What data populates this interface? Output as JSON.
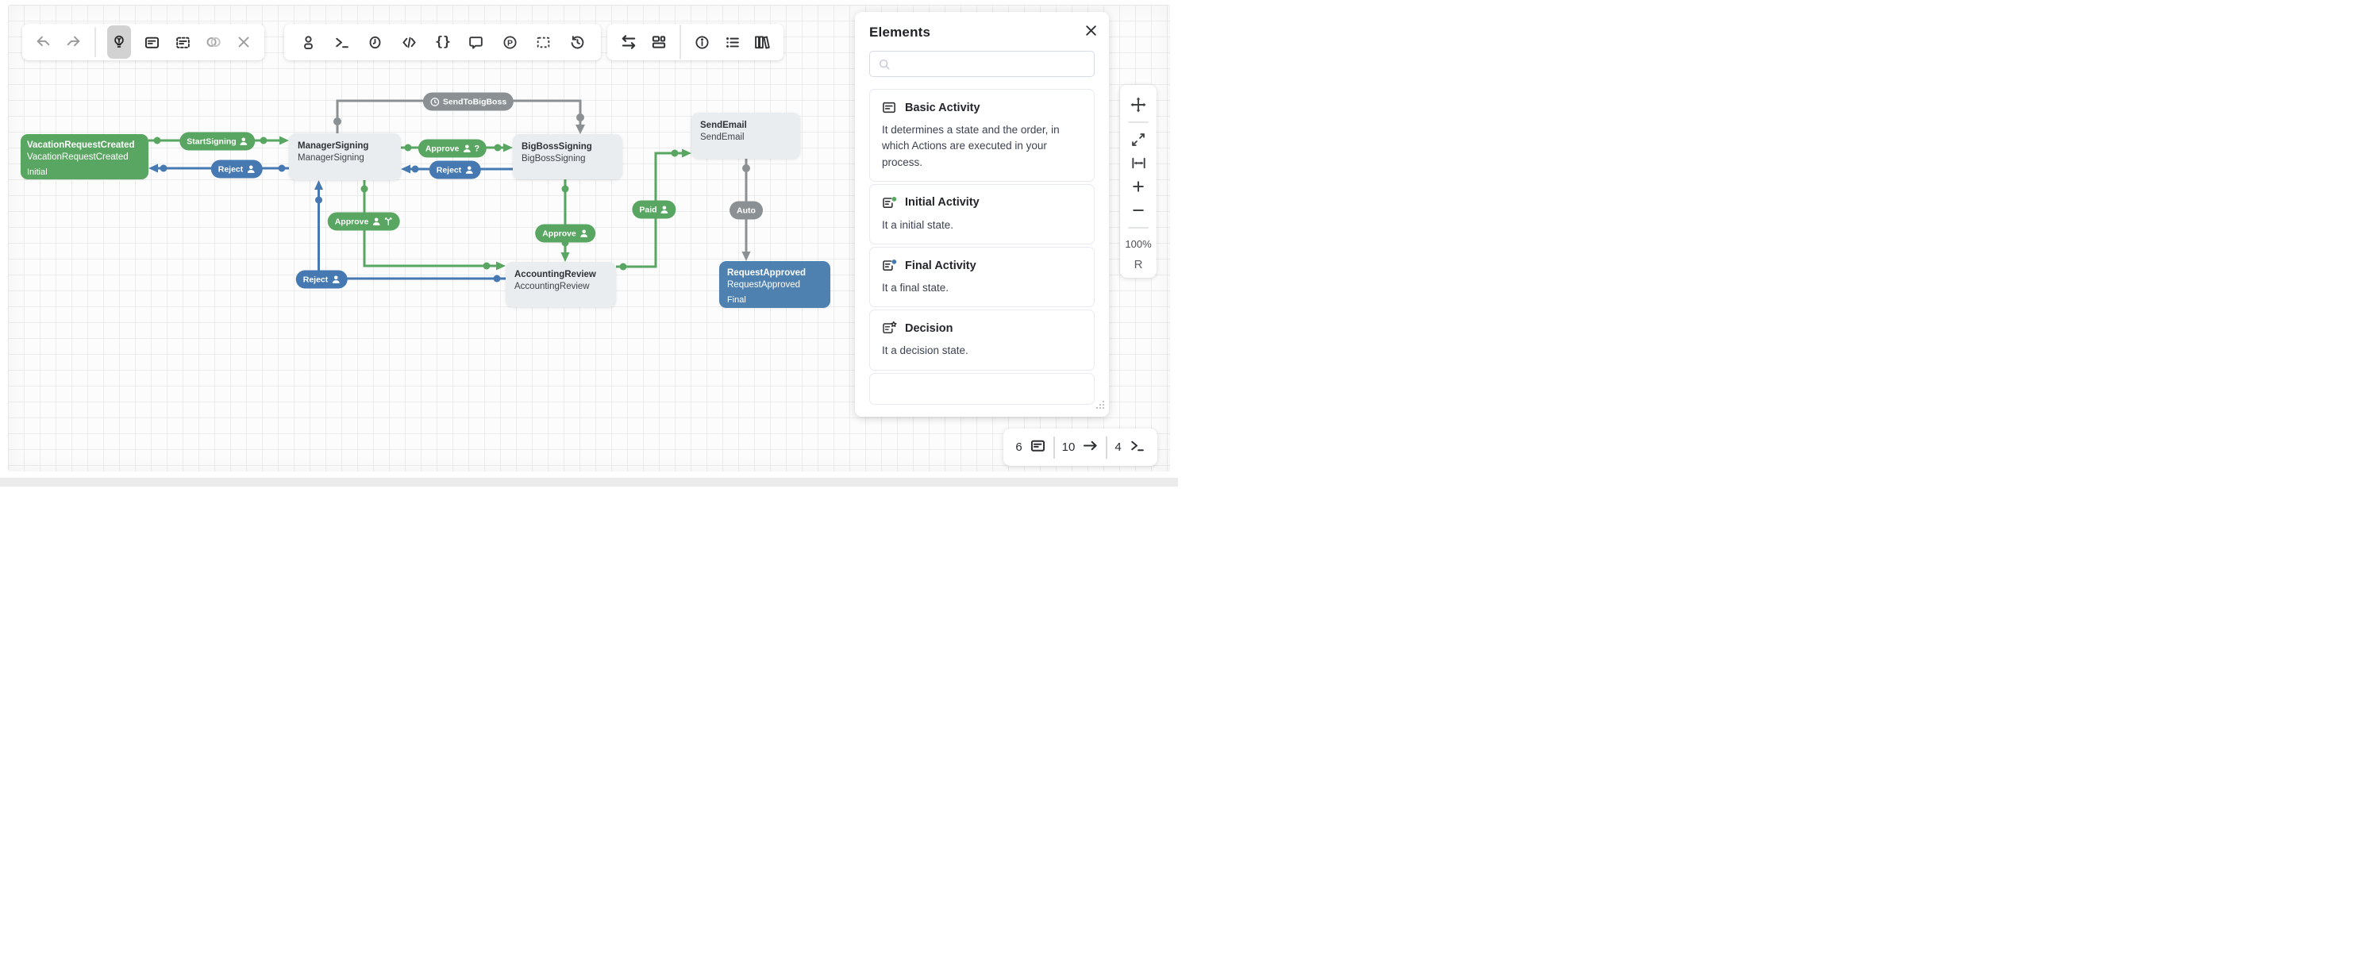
{
  "toolbar_left": {
    "icons": [
      "undo-icon",
      "redo-icon",
      "lightbulb-icon",
      "activity-card-icon",
      "multi-select-card-icon",
      "transition-circles-icon",
      "close-icon"
    ]
  },
  "toolbar_middle": {
    "icons": [
      "actor-icon",
      "command-icon",
      "timer-icon",
      "code-actions-icon",
      "parameters-icon",
      "comment-icon",
      "process-icon",
      "select-region-icon",
      "history-icon"
    ]
  },
  "toolbar_right": {
    "icons": [
      "transitions-icon",
      "components-icon",
      "info-icon",
      "legend-icon",
      "library-icon"
    ]
  },
  "elements_panel": {
    "title": "Elements",
    "search_placeholder": "",
    "items": [
      {
        "title": "Basic Activity",
        "description": "It determines a state and the order, in which Actions are executed in your process.",
        "icon": "basic-activity-icon"
      },
      {
        "title": "Initial Activity",
        "description": "It a initial state.",
        "icon": "initial-activity-icon",
        "dot_color": "#58a661"
      },
      {
        "title": "Final Activity",
        "description": "It a final state.",
        "icon": "final-activity-icon",
        "dot_color": "#4679b2"
      },
      {
        "title": "Decision",
        "description": "It a decision state.",
        "icon": "decision-icon"
      }
    ]
  },
  "zoom_controls": {
    "zoom_level": "100%",
    "reset_label": "R",
    "icons": [
      "move-icon",
      "expand-icon",
      "fit-width-icon",
      "zoom-in-icon",
      "zoom-out-icon"
    ]
  },
  "status_bar": {
    "activities": "6",
    "transitions": "10",
    "commands": "4"
  },
  "canvas": {
    "condition_glyph": "?",
    "colors": {
      "green": "#58a661",
      "blue": "#4679b2",
      "gray": "#8b9094",
      "node_gray": "#e9edf0",
      "node_blue": "#4e81b0"
    },
    "nodes": [
      {
        "title": "VacationRequestCreated",
        "subtitle": "VacationRequestCreated",
        "badge": "Initial"
      },
      {
        "title": "ManagerSigning",
        "subtitle": "ManagerSigning"
      },
      {
        "title": "BigBossSigning",
        "subtitle": "BigBossSigning"
      },
      {
        "title": "SendEmail",
        "subtitle": "SendEmail"
      },
      {
        "title": "AccountingReview",
        "subtitle": "AccountingReview"
      },
      {
        "title": "RequestApproved",
        "subtitle": "RequestApproved",
        "badge": "Final"
      }
    ],
    "transitions": [
      {
        "label": "StartSigning"
      },
      {
        "label": "Reject"
      },
      {
        "label": "Approve"
      },
      {
        "label": "Reject"
      },
      {
        "label": "SendToBigBoss"
      },
      {
        "label": "Approve"
      },
      {
        "label": "Reject"
      },
      {
        "label": "Approve"
      },
      {
        "label": "Paid"
      },
      {
        "label": "Auto"
      }
    ]
  }
}
